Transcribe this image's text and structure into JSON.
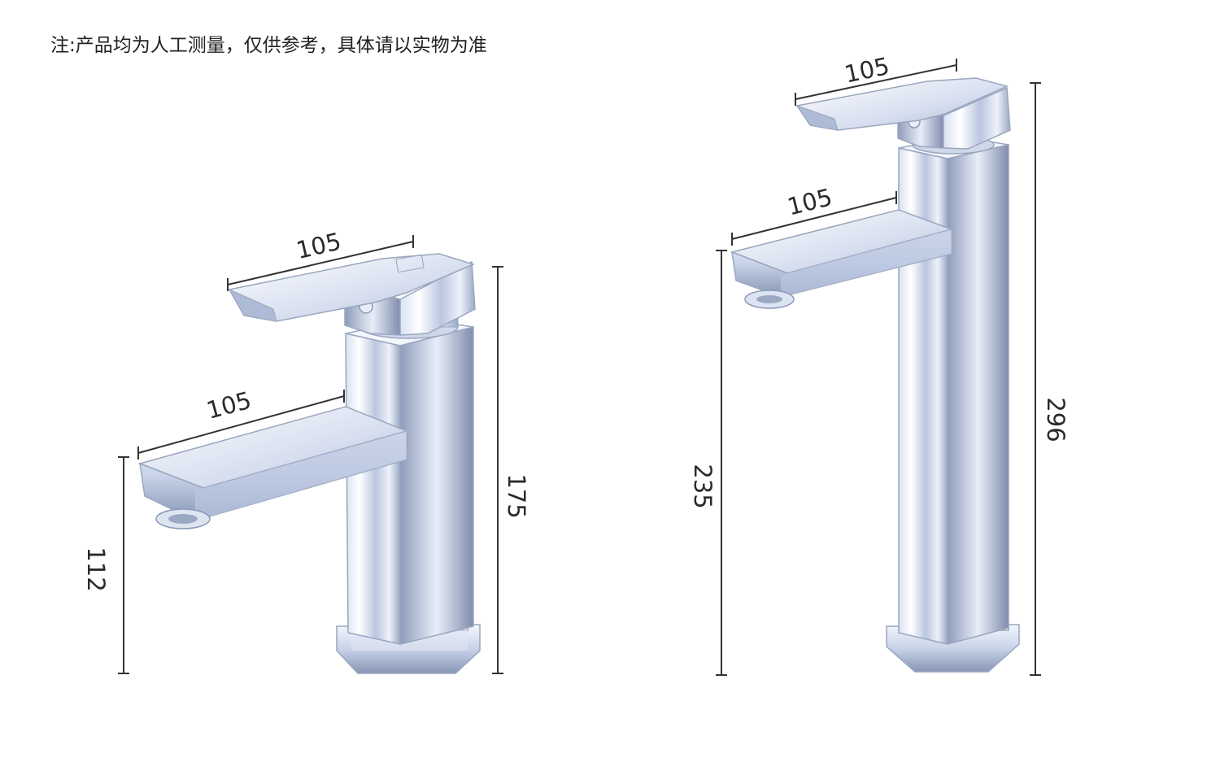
{
  "note": "注:产品均为人工测量，仅供参考，具体请以实物为准",
  "short_faucet": {
    "handle_length": "105",
    "spout_length": "105",
    "spout_height": "112",
    "total_height": "175"
  },
  "tall_faucet": {
    "handle_length": "105",
    "spout_length": "105",
    "spout_height": "235",
    "total_height": "296"
  }
}
